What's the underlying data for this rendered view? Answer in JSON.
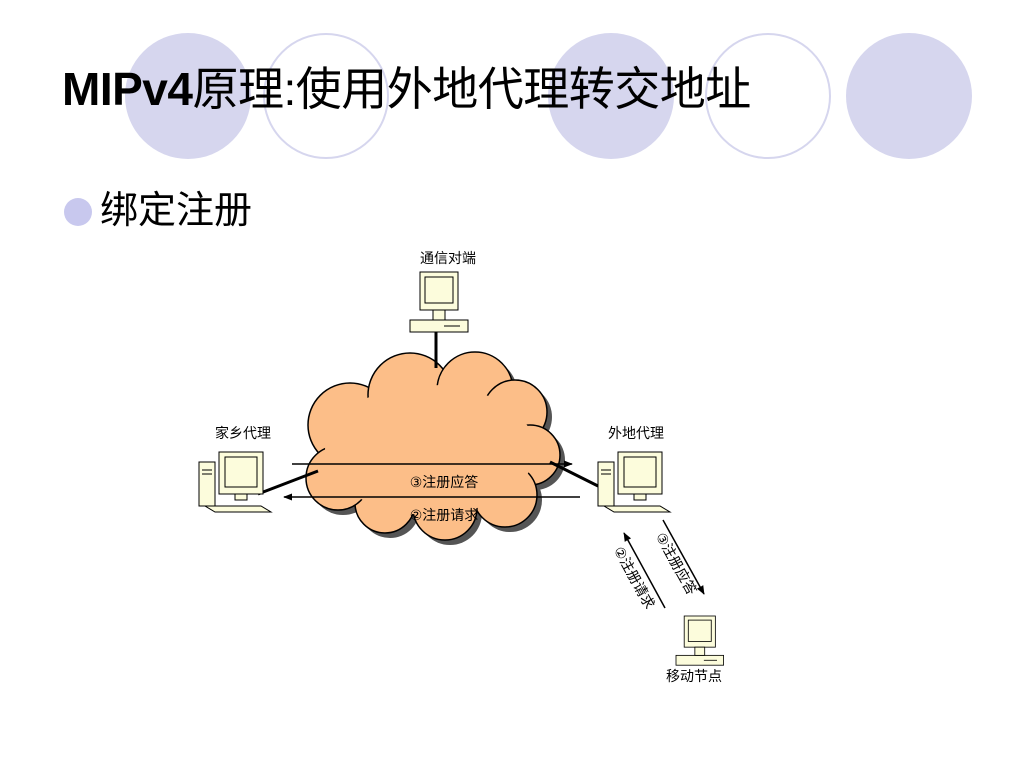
{
  "slide": {
    "title_latin": "MIPv4",
    "title_cjk": "原理:使用外地代理转交地址",
    "bullet": "绑定注册"
  },
  "diagram": {
    "nodes": {
      "correspondent": "通信对端",
      "home_agent": "家乡代理",
      "foreign_agent": "外地代理",
      "mobile_node": "移动节点"
    },
    "messages": {
      "reply_cloud": "③注册应答",
      "request_cloud": "②注册请求",
      "reply_diag": "③注册应答",
      "request_diag": "②注册请求"
    }
  },
  "colors": {
    "cloud_fill": "#fcbe88",
    "decor_circle": "#d6d6ee",
    "bullet": "#c8c8ee",
    "computer_body": "#fcfcdc"
  }
}
